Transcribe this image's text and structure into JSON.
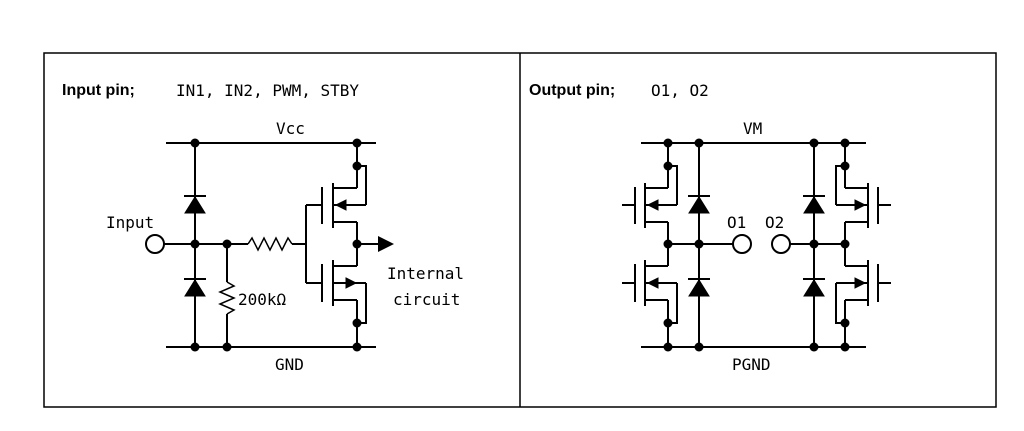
{
  "input_panel": {
    "header_title": "Input pin;",
    "header_pins": "IN1, IN2, PWM, STBY",
    "supply_label": "Vcc",
    "ground_label": "GND",
    "input_label": "Input",
    "resistor_label": "200kΩ",
    "internal_line1": "Internal",
    "internal_line2": "circuit"
  },
  "output_panel": {
    "header_title": "Output pin;",
    "header_pins": "O1, O2",
    "supply_label": "VM",
    "ground_label": "PGND",
    "out1_label": "O1",
    "out2_label": "O2"
  }
}
